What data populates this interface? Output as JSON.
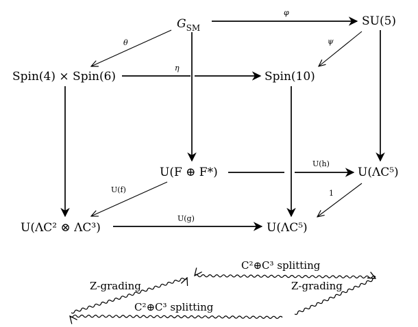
{
  "nodes": {
    "g_sm": "G",
    "g_sm_sub": "SM",
    "su5": "SU(5)",
    "spin4x6": "Spin(4) × Spin(6)",
    "spin10": "Spin(10)",
    "u_f_fstar": "U(F ⊕ F*)",
    "u_lc5_top": "U(ΛC⁵)",
    "u_lc2_lc3": "U(ΛC² ⊗ ΛC³)",
    "u_lc5_bottom": "U(ΛC⁵)"
  },
  "edge_labels": {
    "phi": "φ",
    "theta": "θ",
    "psi": "ψ",
    "eta": "η",
    "u_h": "U(h)",
    "u_f": "U(f)",
    "one": "1",
    "u_g": "U(g)"
  },
  "wavy_labels": {
    "splitting_top": "C²⊕C³ splitting",
    "grading_left": "Z-grading",
    "grading_right": "Z-grading",
    "splitting_bottom": "C²⊕C³ splitting"
  }
}
